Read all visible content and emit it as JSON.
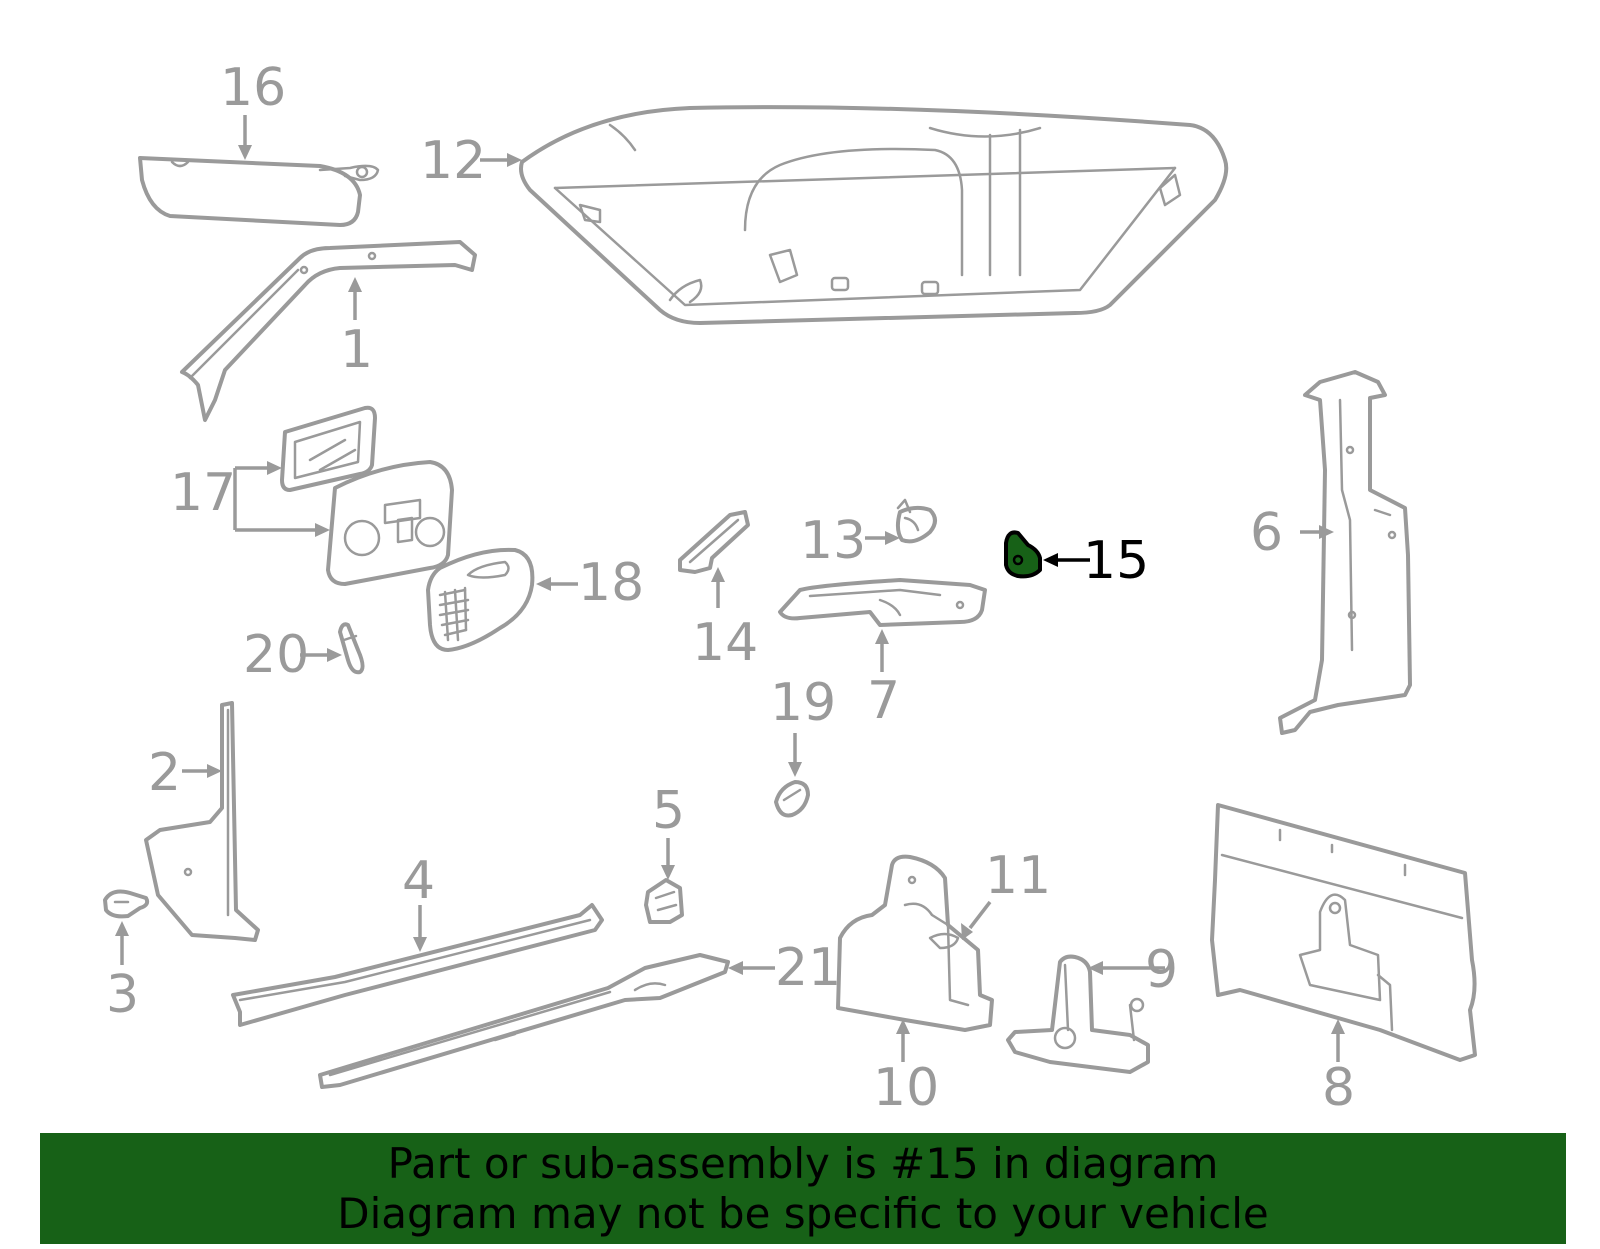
{
  "diagram": {
    "callouts": [
      "1",
      "2",
      "3",
      "4",
      "5",
      "6",
      "7",
      "8",
      "9",
      "10",
      "11",
      "12",
      "13",
      "14",
      "15",
      "16",
      "17",
      "18",
      "19",
      "20",
      "21"
    ],
    "highlighted_callout": "15",
    "colors": {
      "line": "#9a9a9a",
      "highlight_fill": "#176117",
      "highlight_text": "#000000"
    }
  },
  "banner": {
    "line1": "Part or sub-assembly is #15 in diagram",
    "line2": "Diagram may not be specific to your vehicle",
    "background": "#176117"
  }
}
